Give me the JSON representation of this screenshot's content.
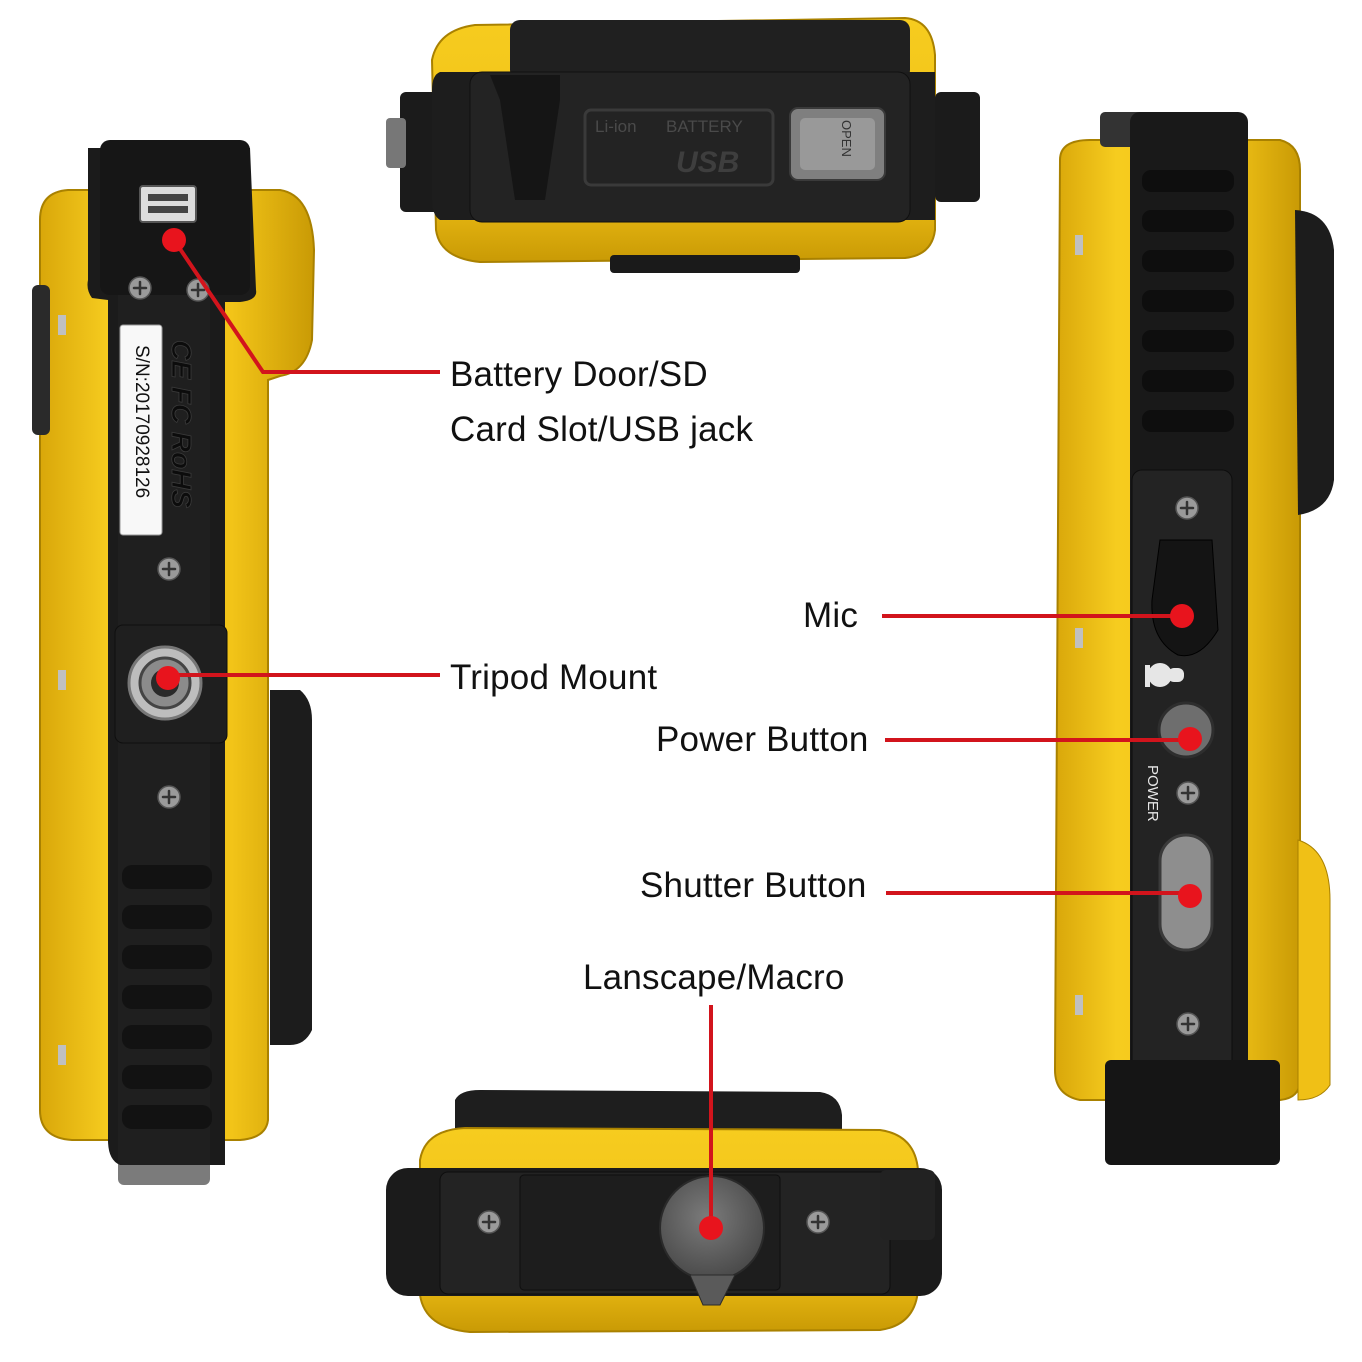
{
  "colors": {
    "body_yellow": "#f2c418",
    "body_yellow_shadow": "#c99a05",
    "rubber_black": "#1b1b1b",
    "plate_black": "#262626",
    "leader_red": "#d2141c",
    "dot_red": "#e8141d",
    "button_grey": "#8a8a8a"
  },
  "callouts": {
    "battery_door_line1": "Battery Door/SD",
    "battery_door_line2": "Card Slot/USB jack",
    "tripod_mount": "Tripod Mount",
    "mic": "Mic",
    "power_button": "Power Button",
    "shutter_button": "Shutter Button",
    "landscape_macro": "Lanscape/Macro"
  },
  "device_markings": {
    "serial_number": "S/N:20170928126",
    "certifications": "CE FC RoHS",
    "battery_label_1": "Li-ion",
    "battery_label_2": "BATTERY",
    "usb_label": "USB",
    "latch_label": "OPEN",
    "power_label": "POWER"
  },
  "icons": {
    "mic_symbol": "microphone-icon",
    "screw": "screw-icon",
    "tripod": "tripod-socket-icon"
  }
}
